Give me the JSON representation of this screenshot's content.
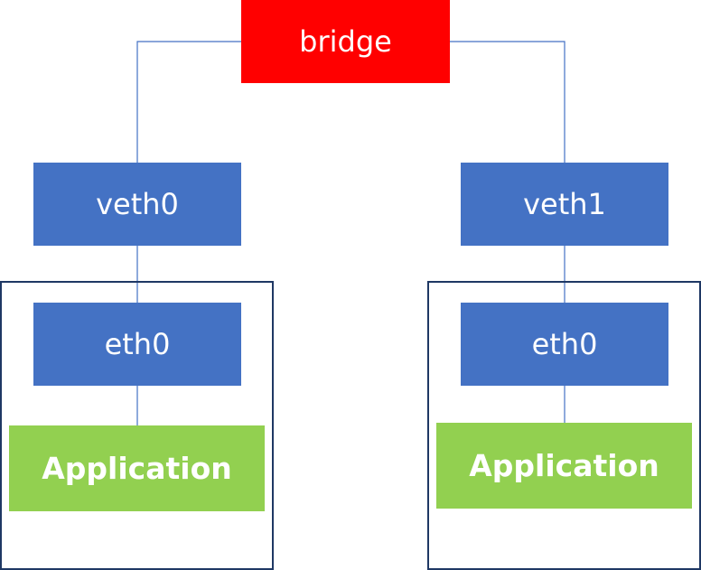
{
  "colors": {
    "bridge": "#ff0000",
    "interface": "#4472c4",
    "application": "#92d050",
    "connector": "#4472c4",
    "container_border": "#1f3864",
    "text": "#ffffff"
  },
  "bridge": {
    "label": "bridge"
  },
  "left": {
    "veth_label": "veth0",
    "eth_label": "eth0",
    "app_label": "Application"
  },
  "right": {
    "veth_label": "veth1",
    "eth_label": "eth0",
    "app_label": "Application"
  }
}
